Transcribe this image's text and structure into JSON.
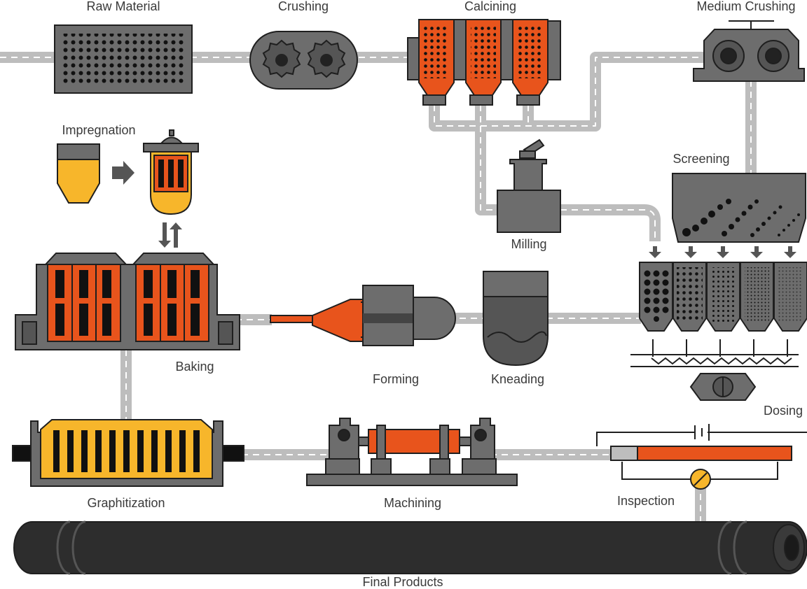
{
  "labels": {
    "raw_material": "Raw Material",
    "crushing": "Crushing",
    "calcining": "Calcining",
    "medium_crushing": "Medium Crushing",
    "impregnation": "Impregnation",
    "screening": "Screening",
    "milling": "Milling",
    "baking": "Baking",
    "forming": "Forming",
    "kneading": "Kneading",
    "dosing": "Dosing",
    "graphitization": "Graphitization",
    "machining": "Machining",
    "inspection": "Inspection",
    "final_products": "Final Products"
  },
  "colors": {
    "pipe": "#bdbdbd",
    "pipe_dash": "#ffffff",
    "machine": "#6d6d6d",
    "machine_dark": "#555555",
    "outline": "#1f1f1f",
    "orange": "#e8541c",
    "yellow": "#f7b62b",
    "product": "#2d2d2d"
  }
}
